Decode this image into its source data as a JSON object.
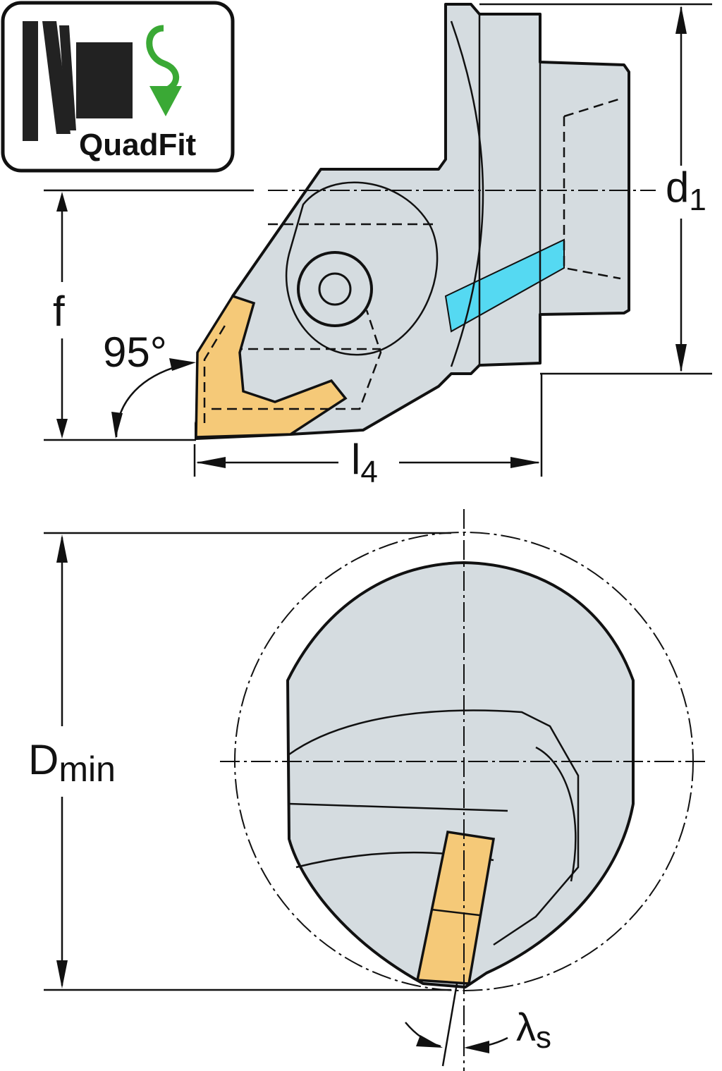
{
  "logo": {
    "text": "QuadFit",
    "icon": "quadfit-coupling-rotate-icon"
  },
  "dimensions": {
    "d1": {
      "main": "d",
      "sub": "1"
    },
    "f": {
      "main": "f"
    },
    "angle": {
      "main": "95°"
    },
    "l4": {
      "main": "l",
      "sub": "4"
    },
    "dmin": {
      "main": "D",
      "sub": "min"
    },
    "lambda_s": {
      "main": "λ",
      "sub": "s"
    }
  },
  "colors": {
    "body": "#d5dce0",
    "insert": "#f5c978",
    "coolant": "#55d9f2",
    "arrow": "#3aa935"
  }
}
